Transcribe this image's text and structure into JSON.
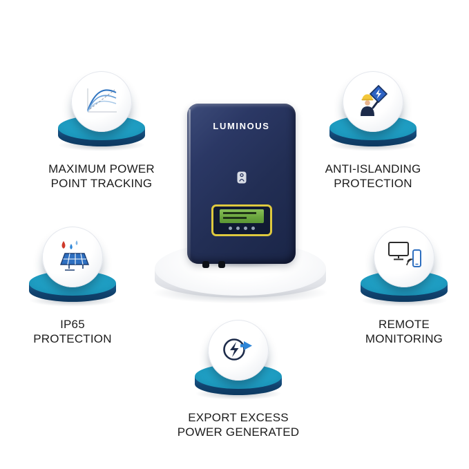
{
  "product": {
    "brand": "LUMINOUS"
  },
  "features": {
    "mppt": {
      "line1": "MAXIMUM POWER",
      "line2": "POINT TRACKING",
      "icon": "mppt-curve-chart-icon"
    },
    "anti_islanding": {
      "line1": "ANTI-ISLANDING",
      "line2": "PROTECTION",
      "icon": "worker-warning-sign-icon"
    },
    "ip65": {
      "line1": "IP65",
      "line2": "PROTECTION",
      "icon": "solar-panel-rain-icon"
    },
    "remote": {
      "line1": "REMOTE",
      "line2": "MONITORING",
      "icon": "monitor-smartphone-icon"
    },
    "export": {
      "line1": "EXPORT EXCESS",
      "line2": "POWER GENERATED",
      "icon": "bolt-export-arrow-icon"
    }
  },
  "colors": {
    "pedestal_top": "#1f9fc4",
    "pedestal_side": "#11436f",
    "platform_top": "#f6f7f9",
    "inverter_body": "#222e54",
    "display_frame": "#dec93e",
    "lcd_screen": "#68a53d",
    "icon_blue": "#2e6fc0",
    "icon_navy": "#1d2b4a",
    "icon_red": "#cf3a2b",
    "label_text": "#1c1c1c"
  }
}
